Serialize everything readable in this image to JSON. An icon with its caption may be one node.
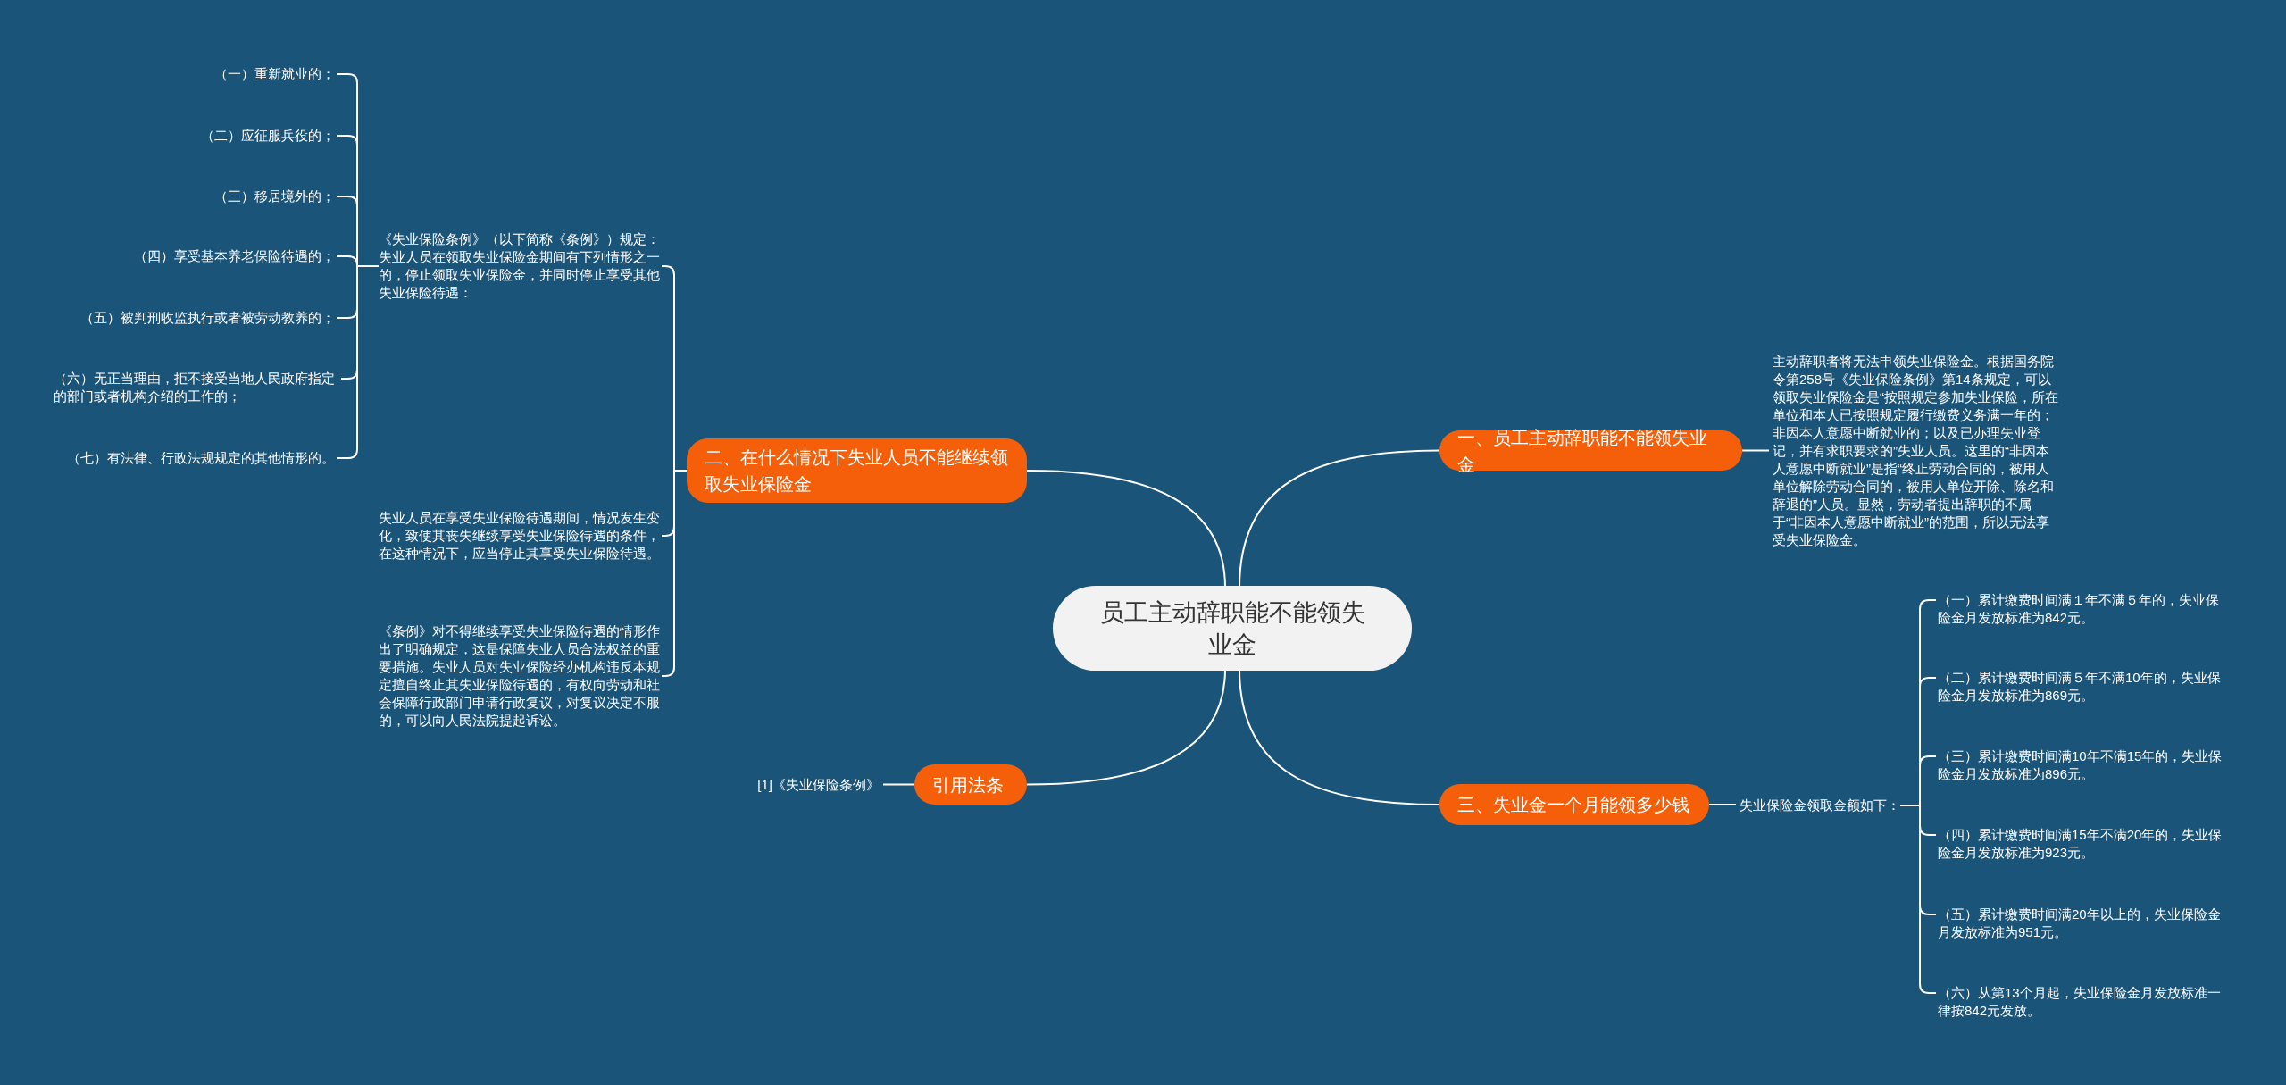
{
  "diagram": {
    "nodes": [
      {
        "text": [
          "员工主动辞职能不能领失业金"
        ]
      },
      {
        "text": [
          "二、在什么情况下失业人员不能继续领取失业保险金"
        ]
      },
      {
        "text": [
          "《失业保险条例》（以下简称《条例》）规定：失业人员在领取失业保险金期间有下列情形之一的，停止领取失业保险金，并同时停止享受其他失业保险待遇："
        ]
      },
      {
        "text": [
          "（一）重新就业的；"
        ]
      },
      {
        "text": [
          "（二）应征服兵役的；"
        ]
      },
      {
        "text": [
          "（三）移居境外的；"
        ]
      },
      {
        "text": [
          "（四）享受基本养老保险待遇的；"
        ]
      },
      {
        "text": [
          "（五）被判刑收监执行或者被劳动教养的；"
        ]
      },
      {
        "text": [
          "（六）无正当理由，拒不接受当地人民政府指定的部门或者机构介绍的工作的；"
        ]
      },
      {
        "text": [
          "（七）有法律、行政法规规定的其他情形的。"
        ]
      },
      {
        "text": [
          "失业人员在享受失业保险待遇期间，情况发生变化，致使其丧失继续享受失业保险待遇的条件，在这种情况下，应当停止其享受失业保险待遇。"
        ]
      },
      {
        "text": [
          "《条例》对不得继续享受失业保险待遇的情形作出了明确规定，这是保障失业人员合法权益的重要措施。失业人员对失业保险经办机构违反本规定擅自终止其失业保险待遇的，有权向劳动和社会保障行政部门申请行政复议，对复议决定不服的，可以向人民法院提起诉讼。"
        ]
      },
      {
        "text": [
          "引用法条"
        ]
      },
      {
        "text": [
          "[1]《失业保险条例》"
        ]
      },
      {
        "text": [
          "一、员工主动辞职能不能领失业金"
        ]
      },
      {
        "text": [
          "主动辞职者将无法申领失业保险金。根据国务院令第258号《失业保险条例》第14条规定，可以领取失业保险金是“按照规定参加失业保险，所在单位和本人已按照规定履行缴费义务满一年的；非因本人意愿中断就业的；以及已办理失业登记，并有求职要求的”失业人员。这里的“非因本人意愿中断就业”是指“终止劳动合同的，被用人单位解除劳动合同的，被用人单位开除、除名和辞退的”人员。显然，劳动者提出辞职的不属于“非因本人意愿中断就业”的范围，所以无法享受失业保险金。"
        ]
      },
      {
        "text": [
          "三、失业金一个月能领多少钱"
        ]
      },
      {
        "text": [
          "失业保险金领取金额如下："
        ]
      },
      {
        "text": [
          "（一）累计缴费时间满１年不满５年的，失业保险金月发放标准为842元。"
        ]
      },
      {
        "text": [
          "（二）累计缴费时间满５年不满10年的，失业保险金月发放标准为869元。"
        ]
      },
      {
        "text": [
          "（三）累计缴费时间满10年不满15年的，失业保险金月发放标准为896元。"
        ]
      },
      {
        "text": [
          "（四）累计缴费时间满15年不满20年的，失业保险金月发放标准为923元。"
        ]
      },
      {
        "text": [
          "（五）累计缴费时间满20年以上的，失业保险金月发放标准为951元。"
        ]
      },
      {
        "text": [
          "（六）从第13个月起，失业保险金月发放标准一律按842元发放。"
        ]
      }
    ],
    "edges": [
      {
        "from": 0,
        "to": 1,
        "arrow": "none"
      },
      {
        "from": 1,
        "to": 2,
        "arrow": "none"
      },
      {
        "from": 2,
        "to": 3,
        "arrow": "none"
      },
      {
        "from": 2,
        "to": 4,
        "arrow": "none"
      },
      {
        "from": 2,
        "to": 5,
        "arrow": "none"
      },
      {
        "from": 2,
        "to": 6,
        "arrow": "none"
      },
      {
        "from": 2,
        "to": 7,
        "arrow": "none"
      },
      {
        "from": 2,
        "to": 8,
        "arrow": "none"
      },
      {
        "from": 2,
        "to": 9,
        "arrow": "none"
      },
      {
        "from": 1,
        "to": 10,
        "arrow": "none"
      },
      {
        "from": 1,
        "to": 11,
        "arrow": "none"
      },
      {
        "from": 0,
        "to": 12,
        "arrow": "none"
      },
      {
        "from": 12,
        "to": 13,
        "arrow": "none"
      },
      {
        "from": 0,
        "to": 14,
        "arrow": "none"
      },
      {
        "from": 14,
        "to": 15,
        "arrow": "none"
      },
      {
        "from": 0,
        "to": 16,
        "arrow": "none"
      },
      {
        "from": 16,
        "to": 17,
        "arrow": "none"
      },
      {
        "from": 17,
        "to": 18,
        "arrow": "none"
      },
      {
        "from": 17,
        "to": 19,
        "arrow": "none"
      },
      {
        "from": 17,
        "to": 20,
        "arrow": "none"
      },
      {
        "from": 17,
        "to": 21,
        "arrow": "none"
      },
      {
        "from": 17,
        "to": 22,
        "arrow": "none"
      },
      {
        "from": 17,
        "to": 23,
        "arrow": "none"
      }
    ]
  }
}
